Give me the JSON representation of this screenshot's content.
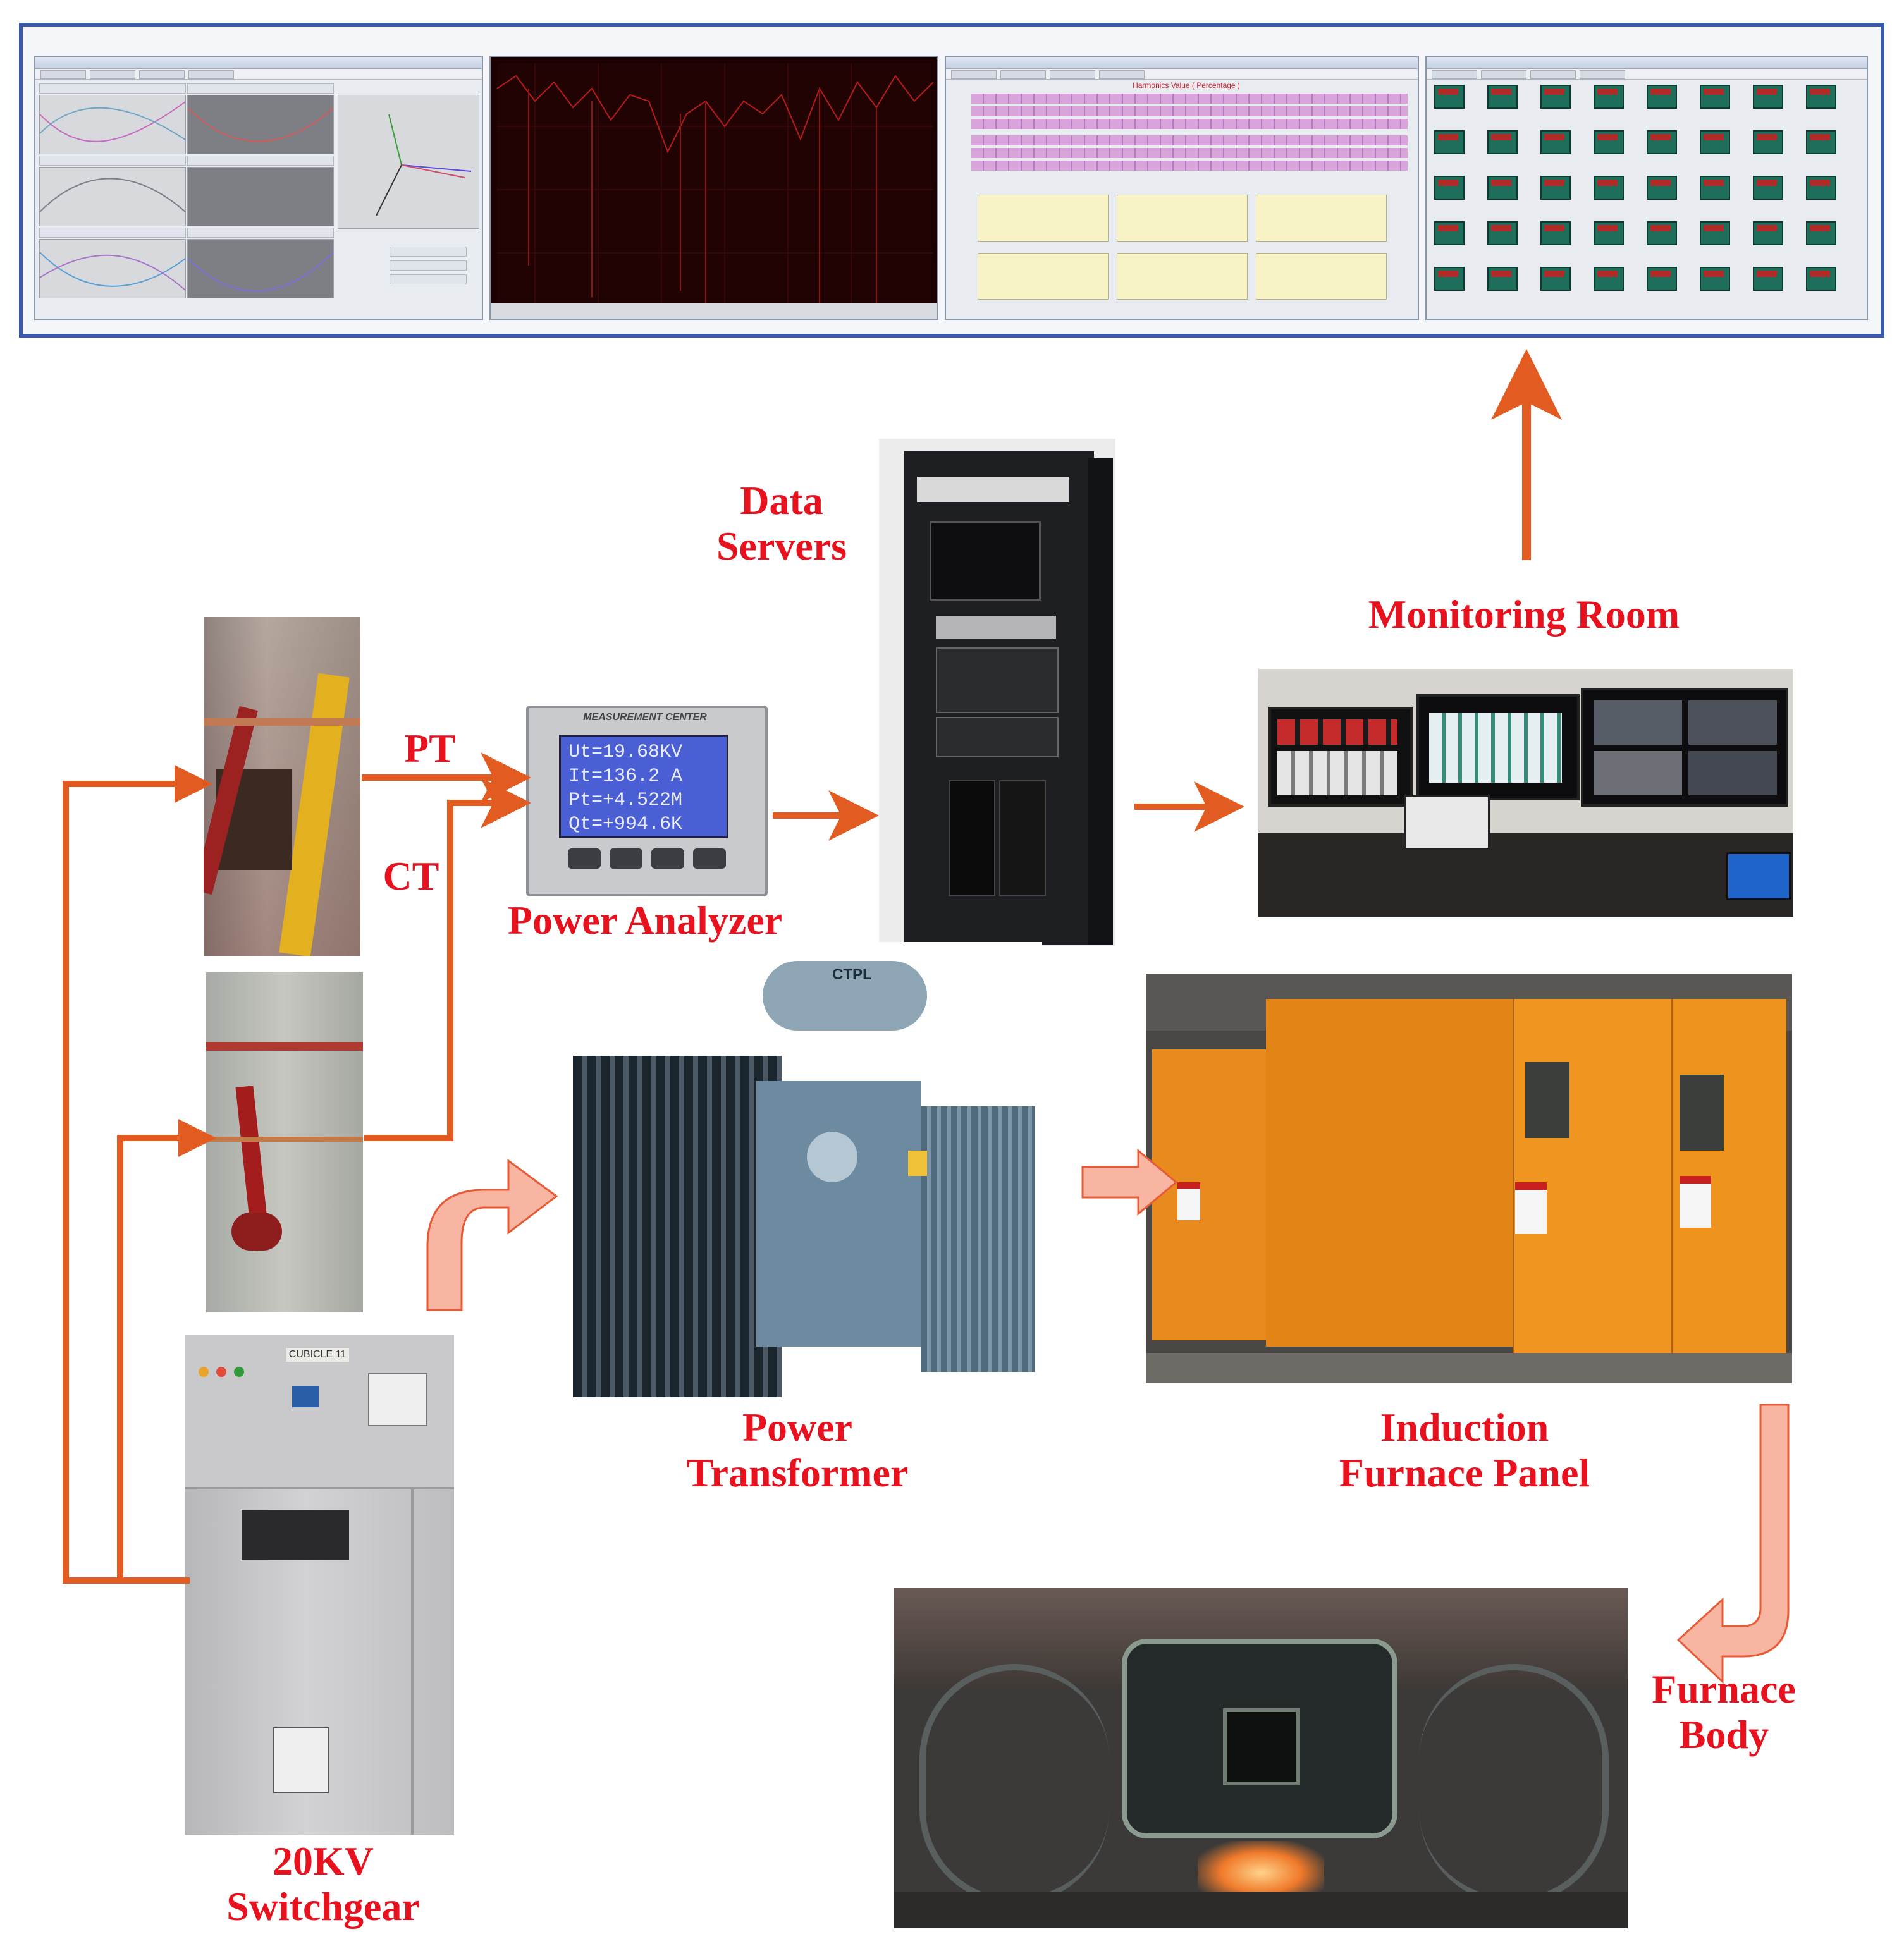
{
  "labels": {
    "data_servers": "Data\nServers",
    "monitoring_room": "Monitoring Room",
    "pt": "PT",
    "ct": "CT",
    "power_analyzer": "Power Analyzer",
    "power_transformer": "Power\nTransformer",
    "induction_furnace_panel": "Induction\nFurnace Panel",
    "furnace_body": "Furnace\nBody",
    "switchgear": "20KV\nSwitchgear"
  },
  "analyzer_display": {
    "header": "MEASUREMENT CENTER",
    "lines": [
      "Ut=19.68KV",
      "It=136.2 A",
      "Pt=+4.522M",
      "Qt=+994.6K"
    ]
  },
  "switchgear_tag": "CUBICLE 11",
  "transformer_brand": "CTPL",
  "screen_harmonics_title": "Harmonics Value ( Percentage )",
  "colors": {
    "label_red": "#e8121f",
    "arrow_orange": "#e25b21",
    "arrow_pink": "#f59a83",
    "frame_blue": "#3b5aa6",
    "panel_orange": "#e98a1e",
    "transformer_blue": "#5f7f96"
  }
}
